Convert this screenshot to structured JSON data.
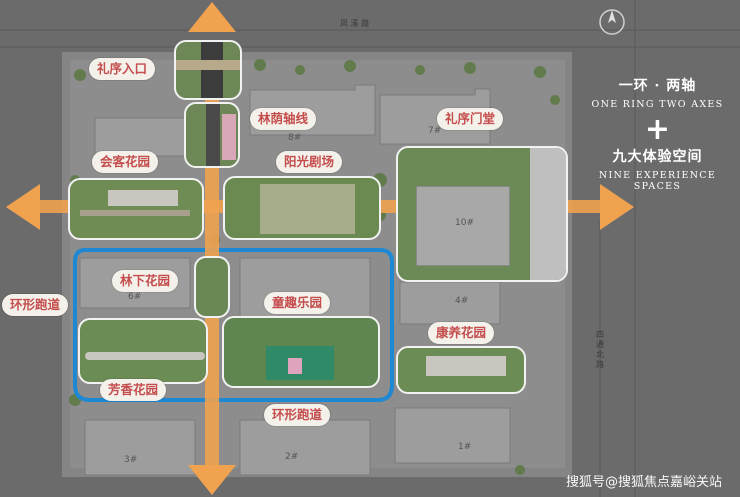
{
  "theme": {
    "background": "#6b6b6b",
    "site_gray": "#8a8a8a",
    "building_color": "#9b9b9b",
    "arrow_orange": "#f0a24f",
    "loop_blue": "#1e88d3",
    "label_red": "#c44d4d",
    "label_bg": "#f4f1ea"
  },
  "roads": {
    "north": "凤 溪 路",
    "east_line1": "四",
    "east_line2": "通",
    "east_line3": "北",
    "east_line4": "路"
  },
  "title_panel": {
    "line1_cn": "一环 · 两轴",
    "line1_en": "ONE RING   TWO AXES",
    "plus": "+",
    "line2_cn": "九大体验空间",
    "line2_en": "NINE EXPERIENCE SPACES"
  },
  "labels": {
    "ceremony_entrance": "礼序入口",
    "forest_axis": "林荫轴线",
    "club_garden": "会客花园",
    "sunshine_theater": "阳光剧场",
    "ceremony_lobby": "礼序门堂",
    "understory_garden": "林下花园",
    "kids_park": "童趣乐园",
    "ring_trail_left": "环形跑道",
    "fragrance_garden": "芳香花园",
    "ring_trail_bottom": "环形跑道",
    "wellness_garden": "康养花园"
  },
  "buildings": {
    "b8": "8#",
    "b7": "7#",
    "b10": "10#",
    "b6": "6#",
    "b4": "4#",
    "b3": "3#",
    "b2": "2#",
    "b1": "1#"
  },
  "watermark": "搜狐号@搜狐焦点嘉峪关站",
  "icons": {
    "compass": "north-arrow-icon",
    "arrow": "direction-arrow-icon"
  }
}
